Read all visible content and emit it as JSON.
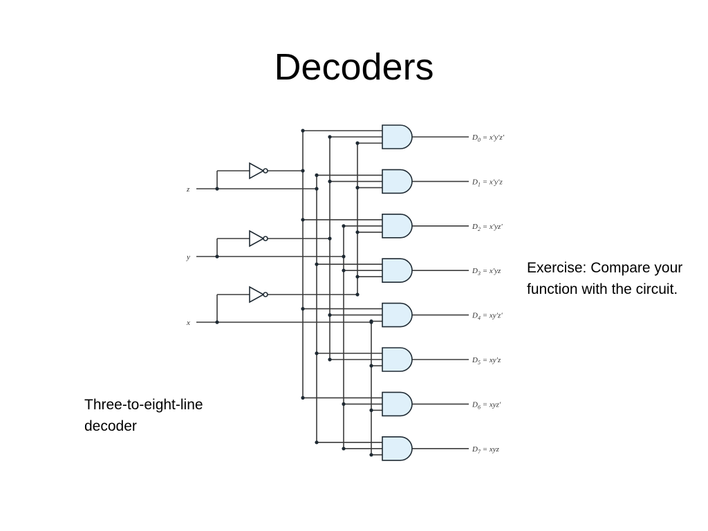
{
  "slide": {
    "title": "Decoders",
    "exercise_note": "Exercise: Compare your function with the circuit.",
    "caption": "Three-to-eight-line decoder"
  },
  "circuit": {
    "inputs": [
      {
        "name": "z"
      },
      {
        "name": "y"
      },
      {
        "name": "x"
      }
    ],
    "outputs": [
      {
        "sym": "D",
        "sub": "0",
        "eq": "x′y′z′"
      },
      {
        "sym": "D",
        "sub": "1",
        "eq": "x′y′z"
      },
      {
        "sym": "D",
        "sub": "2",
        "eq": "x′yz′"
      },
      {
        "sym": "D",
        "sub": "3",
        "eq": "x′yz"
      },
      {
        "sym": "D",
        "sub": "4",
        "eq": "xy′z′"
      },
      {
        "sym": "D",
        "sub": "5",
        "eq": "xy′z"
      },
      {
        "sym": "D",
        "sub": "6",
        "eq": "xyz′"
      },
      {
        "sym": "D",
        "sub": "7",
        "eq": "xyz"
      }
    ],
    "gate_type": "AND",
    "inverter_count": 3,
    "colors": {
      "gate_fill": "#dff0fa",
      "wire": "#3a3a3a"
    }
  }
}
